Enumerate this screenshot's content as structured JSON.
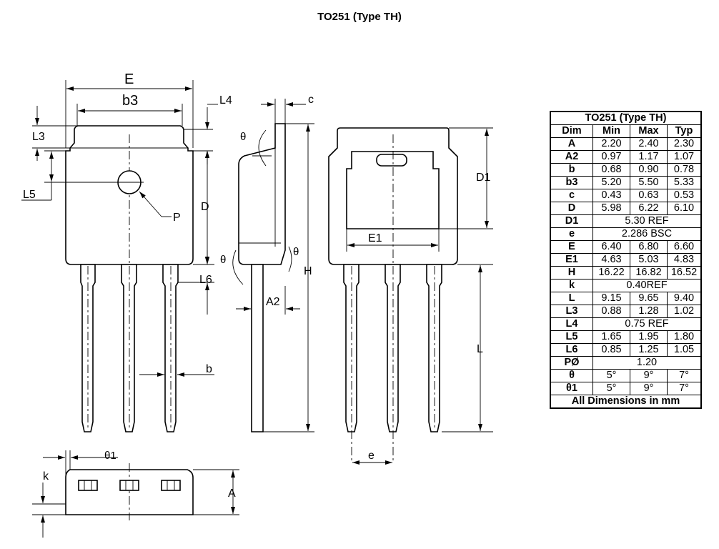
{
  "title": "TO251 (Type TH)",
  "labels": {
    "E": "E",
    "b3": "b3",
    "L4": "L4",
    "c": "c",
    "L3": "L3",
    "L5": "L5",
    "P": "P",
    "D": "D",
    "L6": "L6",
    "b": "b",
    "theta": "θ",
    "H": "H",
    "A2": "A2",
    "D1": "D1",
    "E1": "E1",
    "L": "L",
    "e": "e",
    "theta1": "θ1",
    "k": "k",
    "A": "A"
  },
  "table": {
    "title": "TO251 (Type TH)",
    "headers": [
      "Dim",
      "Min",
      "Max",
      "Typ"
    ],
    "rows": [
      {
        "dim": "A",
        "min": "2.20",
        "max": "2.40",
        "typ": "2.30"
      },
      {
        "dim": "A2",
        "min": "0.97",
        "max": "1.17",
        "typ": "1.07"
      },
      {
        "dim": "b",
        "min": "0.68",
        "max": "0.90",
        "typ": "0.78"
      },
      {
        "dim": "b3",
        "min": "5.20",
        "max": "5.50",
        "typ": "5.33"
      },
      {
        "dim": "c",
        "min": "0.43",
        "max": "0.63",
        "typ": "0.53"
      },
      {
        "dim": "D",
        "min": "5.98",
        "max": "6.22",
        "typ": "6.10"
      },
      {
        "dim": "D1",
        "span": "5.30 REF"
      },
      {
        "dim": "e",
        "span": "2.286 BSC"
      },
      {
        "dim": "E",
        "min": "6.40",
        "max": "6.80",
        "typ": "6.60"
      },
      {
        "dim": "E1",
        "min": "4.63",
        "max": "5.03",
        "typ": "4.83"
      },
      {
        "dim": "H",
        "min": "16.22",
        "max": "16.82",
        "typ": "16.52"
      },
      {
        "dim": "k",
        "span": "0.40REF"
      },
      {
        "dim": "L",
        "min": "9.15",
        "max": "9.65",
        "typ": "9.40"
      },
      {
        "dim": "L3",
        "min": "0.88",
        "max": "1.28",
        "typ": "1.02"
      },
      {
        "dim": "L4",
        "span": "0.75 REF"
      },
      {
        "dim": "L5",
        "min": "1.65",
        "max": "1.95",
        "typ": "1.80"
      },
      {
        "dim": "L6",
        "min": "0.85",
        "max": "1.25",
        "typ": "1.05"
      },
      {
        "dim": "PØ",
        "span": "1.20"
      },
      {
        "dim": "θ",
        "min": "5°",
        "max": "9°",
        "typ": "7°"
      },
      {
        "dim": "θ1",
        "min": "5°",
        "max": "9°",
        "typ": "7°"
      }
    ],
    "footer": "All Dimensions in mm"
  }
}
